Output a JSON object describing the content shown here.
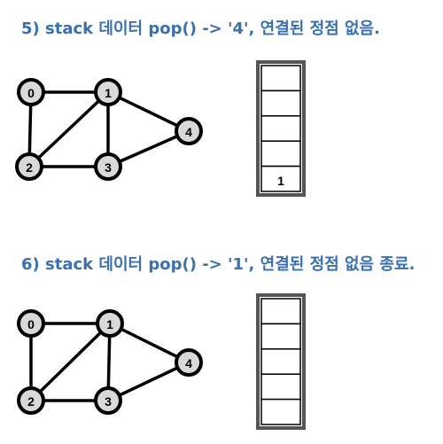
{
  "steps": [
    {
      "title": "5) stack 데이터 pop() -> '4', 연결된 정점 없음.",
      "nodes": [
        "0",
        "1",
        "2",
        "3",
        "4"
      ],
      "edges": [
        [
          "0",
          "1"
        ],
        [
          "0",
          "2"
        ],
        [
          "1",
          "2"
        ],
        [
          "1",
          "3"
        ],
        [
          "1",
          "4"
        ],
        [
          "2",
          "3"
        ],
        [
          "3",
          "4"
        ]
      ],
      "stack_slots": 5,
      "stack": [
        "1"
      ]
    },
    {
      "title": "6) stack 데이터 pop() -> '1', 연결된 정점 없음 종료.",
      "nodes": [
        "0",
        "1",
        "2",
        "3",
        "4"
      ],
      "edges": [
        [
          "0",
          "1"
        ],
        [
          "0",
          "2"
        ],
        [
          "1",
          "2"
        ],
        [
          "1",
          "3"
        ],
        [
          "1",
          "4"
        ],
        [
          "2",
          "3"
        ],
        [
          "3",
          "4"
        ]
      ],
      "stack_slots": 5,
      "stack": []
    }
  ]
}
